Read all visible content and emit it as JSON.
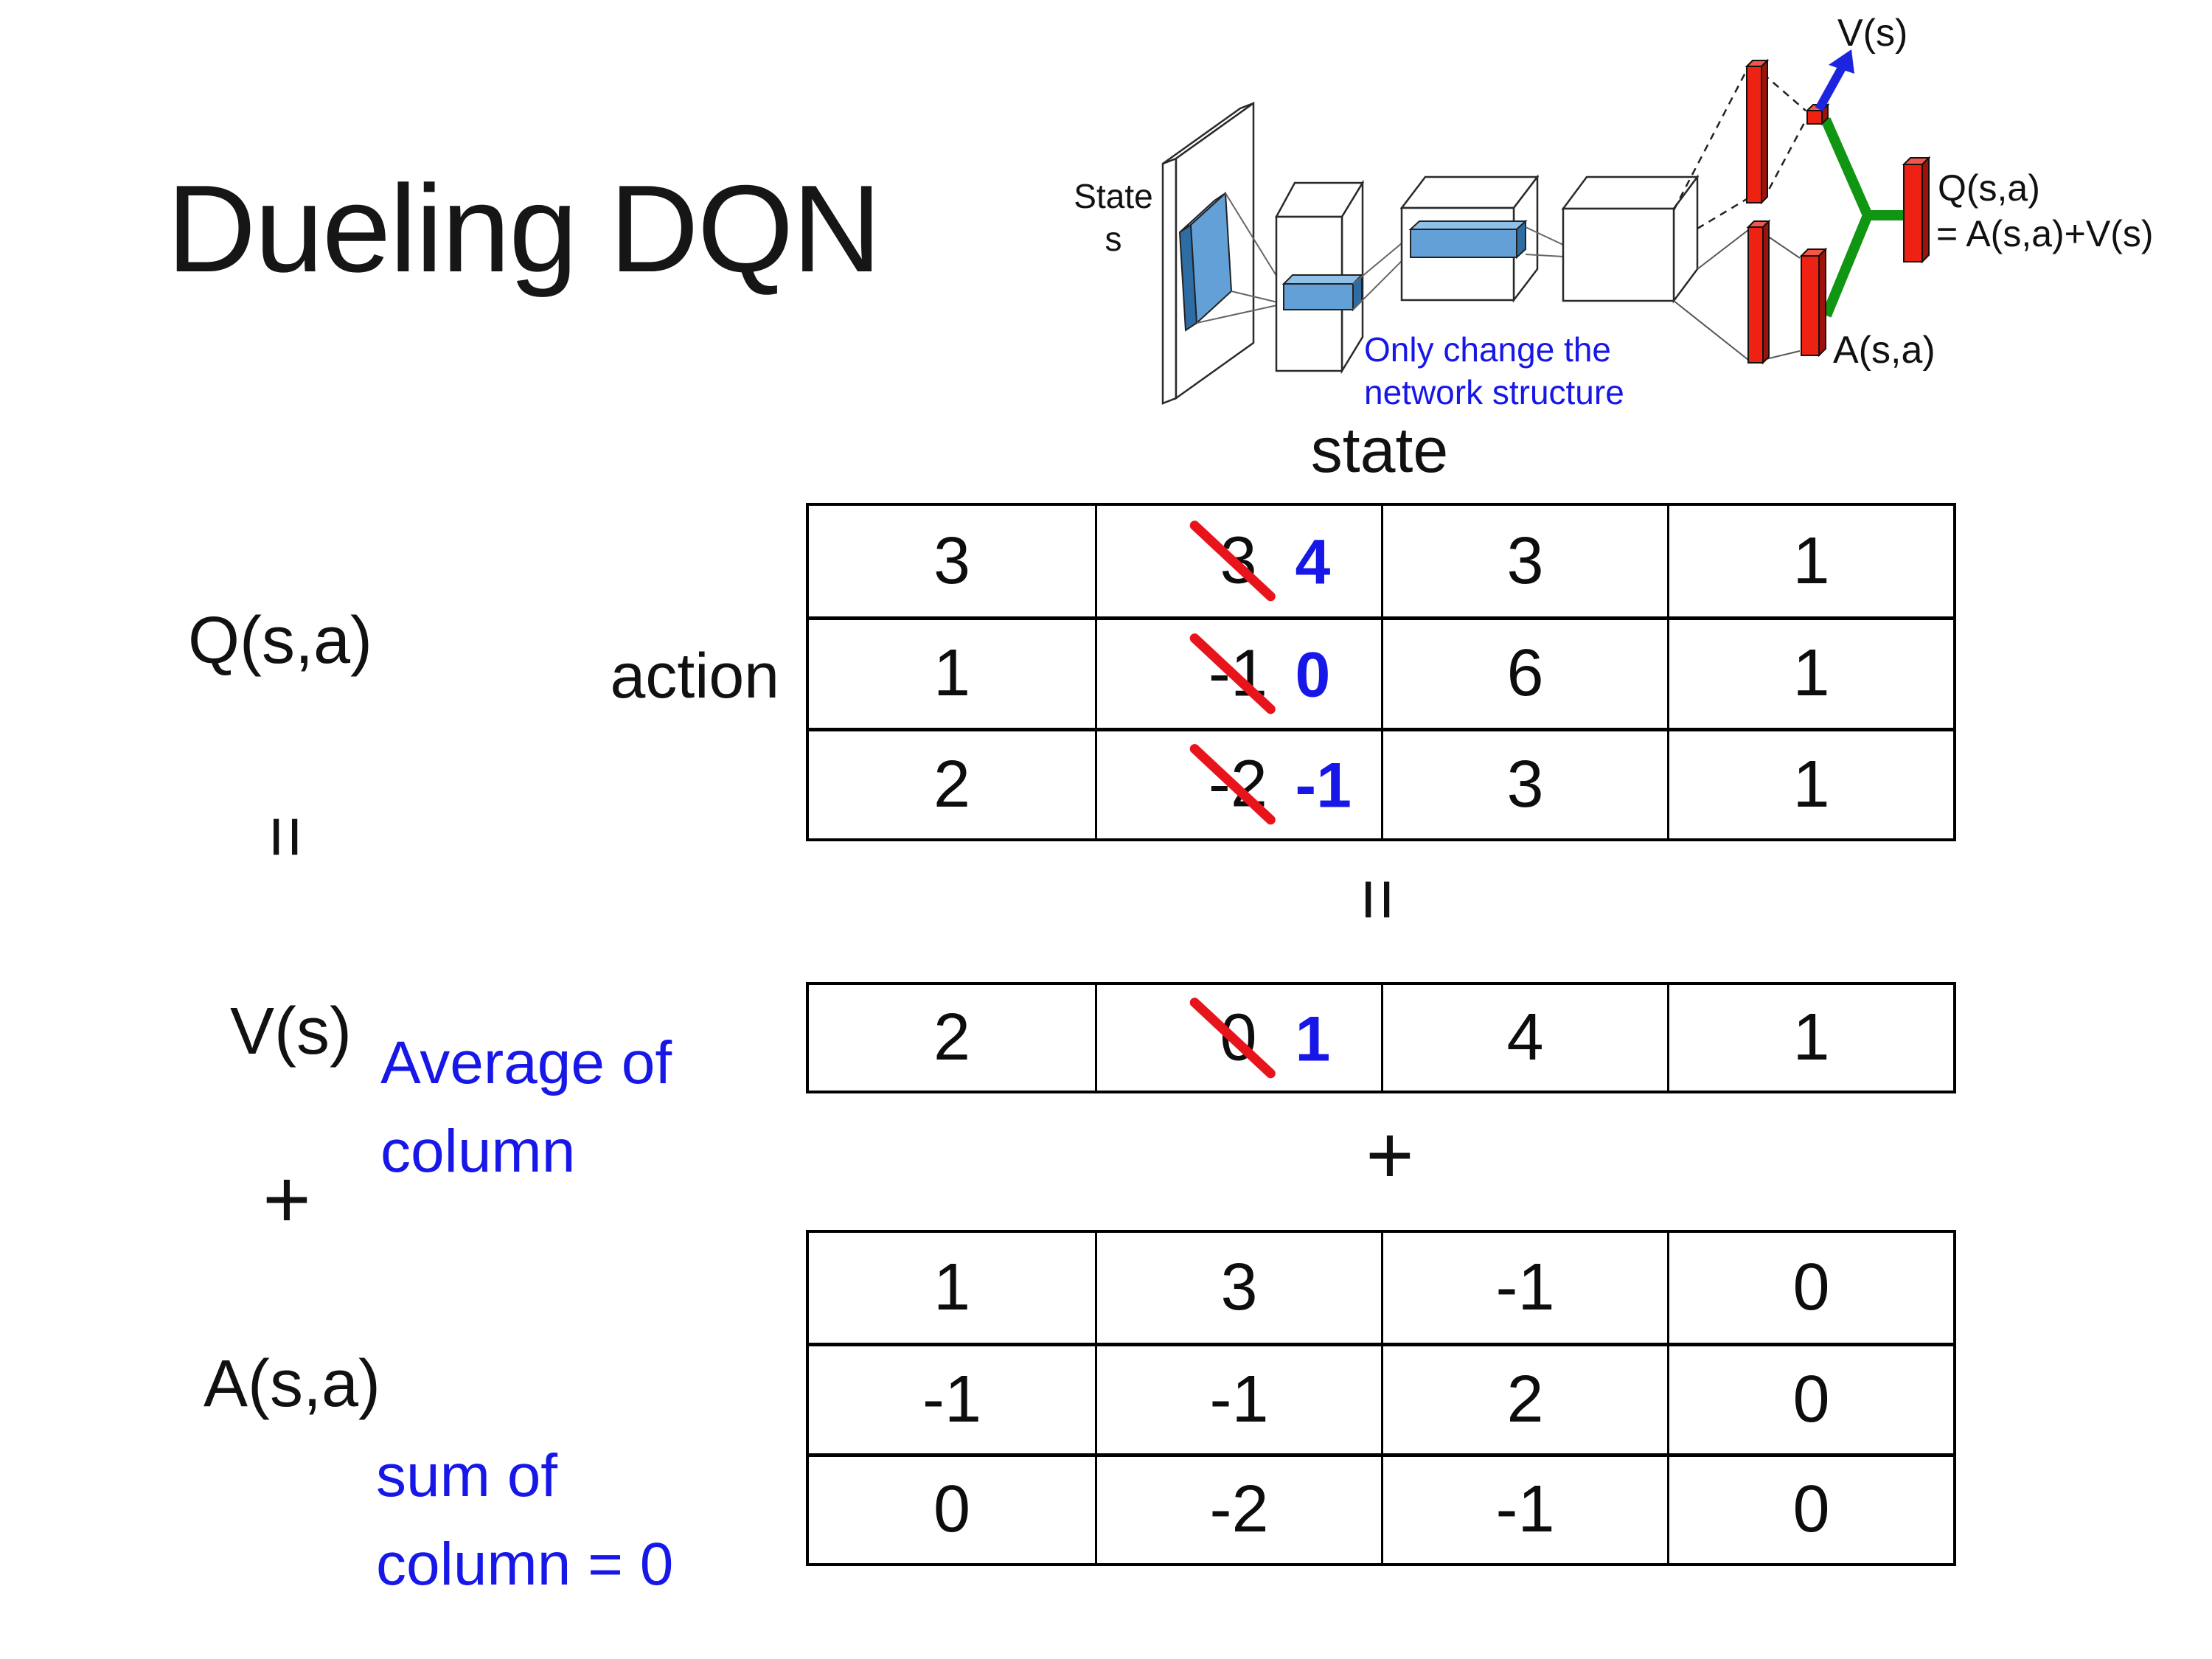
{
  "slide": {
    "title": "Dueling DQN"
  },
  "colors": {
    "annotation_blue": "#1717e8",
    "strike_red": "#e8141c",
    "bar_red": "#ee2213",
    "filter_blue": "#64a0d8",
    "merge_green": "#119613"
  },
  "network_diagram": {
    "input_label_line1": "State",
    "input_label_line2": "s",
    "note_line1": "Only change the",
    "note_line2": "network structure",
    "value_output_label": "V(s)",
    "advantage_output_label": "A(s,a)",
    "q_output_label_line1": "Q(s,a)",
    "q_output_label_line2": "= A(s,a)+V(s)"
  },
  "decomposition": {
    "q_label": "Q(s,a)",
    "equals_left": "=",
    "v_label": "V(s)",
    "plus_left": "+",
    "a_label": "A(s,a)",
    "action_axis_label": "action",
    "state_axis_label": "state",
    "equals_center": "=",
    "plus_center": "+",
    "average_note_line1": "Average of",
    "average_note_line2": "column",
    "sum_note_line1": "sum of",
    "sum_note_line2": "column = 0"
  },
  "q_table": {
    "rows": [
      [
        "3",
        {
          "old": "3",
          "corr": "4"
        },
        "3",
        "1"
      ],
      [
        "1",
        {
          "old": "-1",
          "corr": "0"
        },
        "6",
        "1"
      ],
      [
        "2",
        {
          "old": "-2",
          "corr": "-1"
        },
        "3",
        "1"
      ]
    ]
  },
  "v_table": {
    "cells": [
      "2",
      {
        "old": "0",
        "corr": "1"
      },
      "4",
      "1"
    ]
  },
  "a_table": {
    "rows": [
      [
        "1",
        "3",
        "-1",
        "0"
      ],
      [
        "-1",
        "-1",
        "2",
        "0"
      ],
      [
        "0",
        "-2",
        "-1",
        "0"
      ]
    ]
  }
}
